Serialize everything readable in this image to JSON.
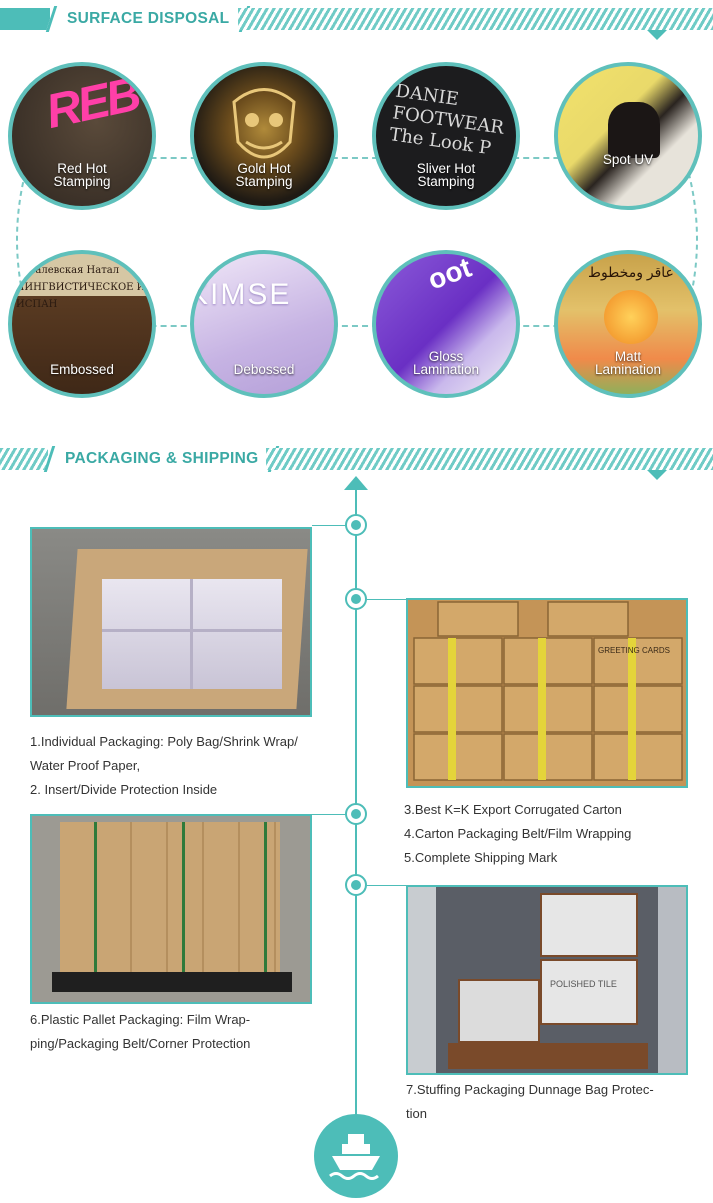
{
  "surface": {
    "title": "SURFACE DISPOSAL",
    "items": [
      {
        "label": "Red Hot\nStamping",
        "art": "REB"
      },
      {
        "label": "Gold Hot\nStamping",
        "art": ""
      },
      {
        "label": "Sliver Hot\nStamping",
        "art": "DANIE\nFOOTWEAR\nThe Look P"
      },
      {
        "label": "Spot UV",
        "art": ""
      },
      {
        "label": "Embossed",
        "art": "Ковалевская Натал\nЛИНГВИСТИЧЕСКОЕ ИЗ\nИСПАН"
      },
      {
        "label": "Debossed",
        "art": "KIMSE"
      },
      {
        "label": "Gloss\nLamination",
        "art": "oot"
      },
      {
        "label": "Matt\nLamination",
        "art": "عاقر ومخطوط"
      }
    ]
  },
  "packaging": {
    "title": "PACKAGING & SHIPPING",
    "steps": [
      {
        "lines": [
          "1.Individual Packaging: Poly Bag/Shrink Wrap/",
          "Water Proof Paper,",
          "2. Insert/Divide Protection Inside"
        ]
      },
      {
        "lines": [
          "3.Best K=K Export Corrugated Carton",
          "4.Carton Packaging Belt/Film Wrapping",
          "5.Complete Shipping Mark"
        ]
      },
      {
        "lines": [
          "6.Plastic Pallet Packaging: Film Wrap-",
          "ping/Packaging Belt/Corner Protection"
        ]
      },
      {
        "lines": [
          "7.Stuffing Packaging Dunnage Bag Protec-",
          "tion"
        ]
      }
    ],
    "carton_text": "GREETING CARDS",
    "tile_text": "POLISHED TILE"
  },
  "icons": {
    "ship": "ship-icon",
    "arrow": "arrow-up-icon"
  },
  "colors": {
    "accent": "#4dbdb8"
  }
}
